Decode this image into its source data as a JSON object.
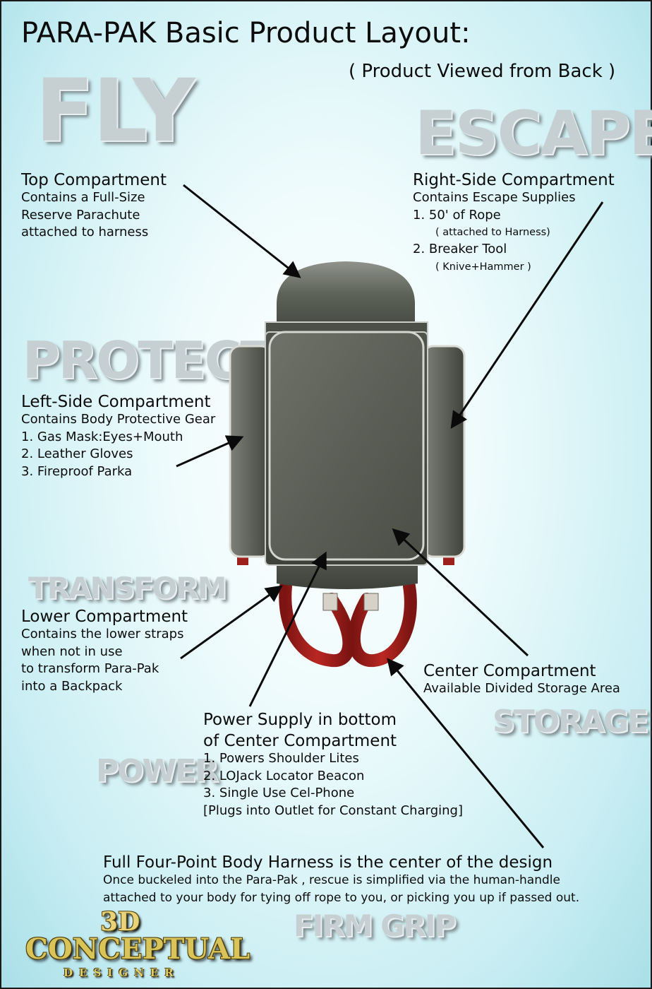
{
  "title": "PARA-PAK Basic Product Layout:",
  "subtitle": "( Product Viewed from Back )",
  "keywords": {
    "fly": "FLY",
    "escape": "ESCAPE",
    "protect": "PROTECT",
    "transform": "TRANSFORM",
    "storage": "STORAGE",
    "power": "POWER",
    "firm_grip": "FIRM GRIP"
  },
  "top": {
    "heading": "Top Compartment",
    "lines": [
      "Contains a Full-Size",
      "Reserve Parachute",
      "attached to harness"
    ]
  },
  "right": {
    "heading": "Right-Side Compartment",
    "desc": "Contains Escape Supplies",
    "items": [
      {
        "label": "1.  50' of Rope",
        "note": "( attached to Harness)"
      },
      {
        "label": "2.  Breaker Tool",
        "note": "( Knive+Hammer )"
      }
    ]
  },
  "left": {
    "heading": "Left-Side Compartment",
    "desc": "Contains Body Protective Gear",
    "items": [
      "1.  Gas Mask:Eyes+Mouth",
      "2.  Leather Gloves",
      "3.  Fireproof Parka"
    ]
  },
  "lower": {
    "heading": "Lower Compartment",
    "lines": [
      "Contains the lower straps",
      "when not in use",
      "to transform Para-Pak",
      "into a Backpack"
    ]
  },
  "center": {
    "heading": "Center Compartment",
    "desc": "Available Divided Storage Area"
  },
  "power": {
    "heading_line1": "Power Supply in bottom",
    "heading_line2": "of Center Compartment",
    "items": [
      "1.  Powers Shoulder Lites",
      "2.  LOJack Locator Beacon",
      "3.  Single Use Cel-Phone"
    ],
    "note": "[Plugs into Outlet for Constant Charging]"
  },
  "harness": {
    "heading": "Full Four-Point Body Harness is the center of the design",
    "line1": "Once buckeled into the Para-Pak , rescue is simplified via the human-handle",
    "line2": "attached to your body for tying off rope to you, or picking you up if passed out."
  },
  "logo": {
    "top": "3D",
    "main": "CONCEPTUAL",
    "sub": "DESIGNER"
  },
  "colors": {
    "pack": "#5c6158",
    "pack_highlight": "#8a8e86",
    "strap": "#a3201c",
    "arrow": "#0a0a0a",
    "keyword": "#c6d0d2"
  }
}
